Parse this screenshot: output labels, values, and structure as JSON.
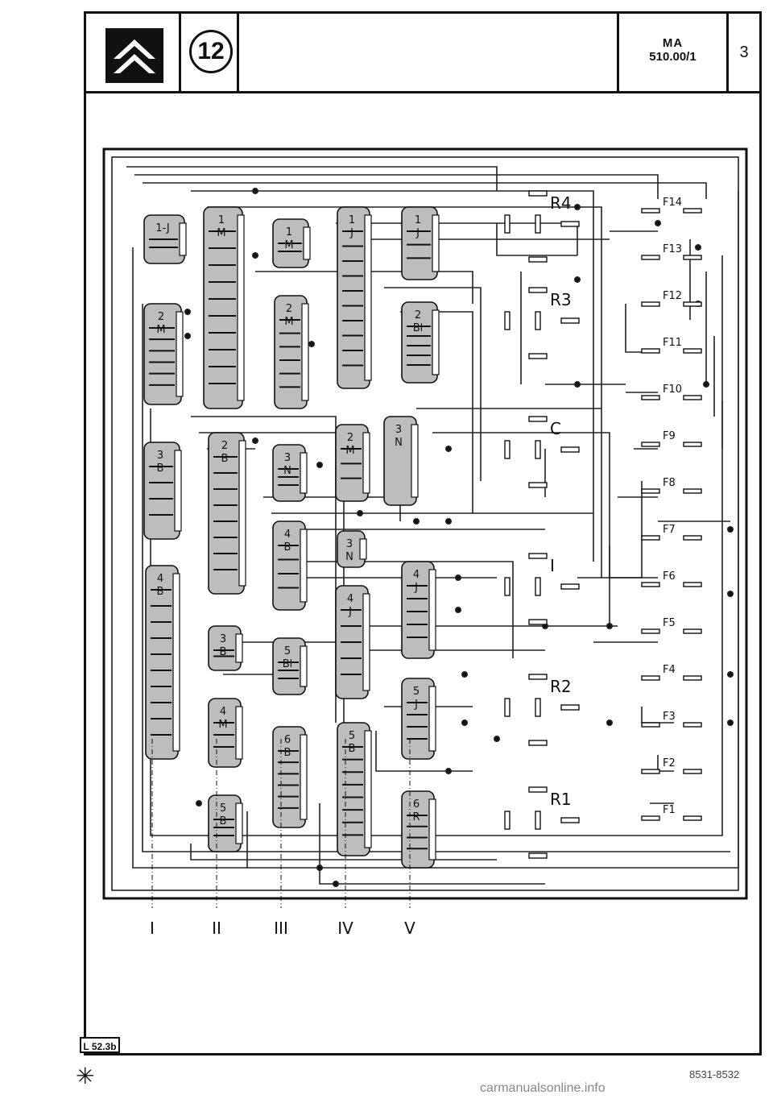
{
  "header": {
    "section_number": "12",
    "ref_line1": "MA",
    "ref_line2": "510.00/1",
    "page_number": "3"
  },
  "connectors": [
    {
      "id": "1-J",
      "label": "1-J"
    },
    {
      "id": "1M-big",
      "label": "1\nM"
    },
    {
      "id": "1M",
      "label": "1\nM"
    },
    {
      "id": "1J-big",
      "label": "1\nJ"
    },
    {
      "id": "1J",
      "label": "1\nJ"
    },
    {
      "id": "2M-a",
      "label": "2\nM"
    },
    {
      "id": "2M-b",
      "label": "2\nM"
    },
    {
      "id": "2Bl",
      "label": "2\nBl"
    },
    {
      "id": "3B-a",
      "label": "3\nB"
    },
    {
      "id": "2B",
      "label": "2\nB"
    },
    {
      "id": "3N-a",
      "label": "3\nN"
    },
    {
      "id": "2M-c",
      "label": "2\nM"
    },
    {
      "id": "3N-b",
      "label": "3\nN"
    },
    {
      "id": "3N-c",
      "label": "3\nN"
    },
    {
      "id": "4B-a",
      "label": "4\nB"
    },
    {
      "id": "4J-a",
      "label": "4\nJ"
    },
    {
      "id": "4J-b",
      "label": "4\nJ"
    },
    {
      "id": "4B-b",
      "label": "4\nB"
    },
    {
      "id": "3B-b",
      "label": "3\nB"
    },
    {
      "id": "5Bl",
      "label": "5\nBl"
    },
    {
      "id": "4M",
      "label": "4\nM"
    },
    {
      "id": "6B",
      "label": "6\nB"
    },
    {
      "id": "5B-a",
      "label": "5\nB"
    },
    {
      "id": "5J",
      "label": "5\nJ"
    },
    {
      "id": "5B-b",
      "label": "5\nB"
    },
    {
      "id": "6R",
      "label": "6\nR"
    }
  ],
  "relays": [
    "R4",
    "R3",
    "C",
    "I",
    "R2",
    "R1"
  ],
  "fuses": [
    "F14",
    "F13",
    "F12",
    "F11",
    "F10",
    "F9",
    "F8",
    "F7",
    "F6",
    "F5",
    "F4",
    "F3",
    "F2",
    "F1"
  ],
  "harness_labels": [
    "I",
    "II",
    "III",
    "IV",
    "V"
  ],
  "footer": {
    "figure_code": "L 52.3b",
    "reference": "8531-8532",
    "watermark": "carmanualsonline.info"
  }
}
